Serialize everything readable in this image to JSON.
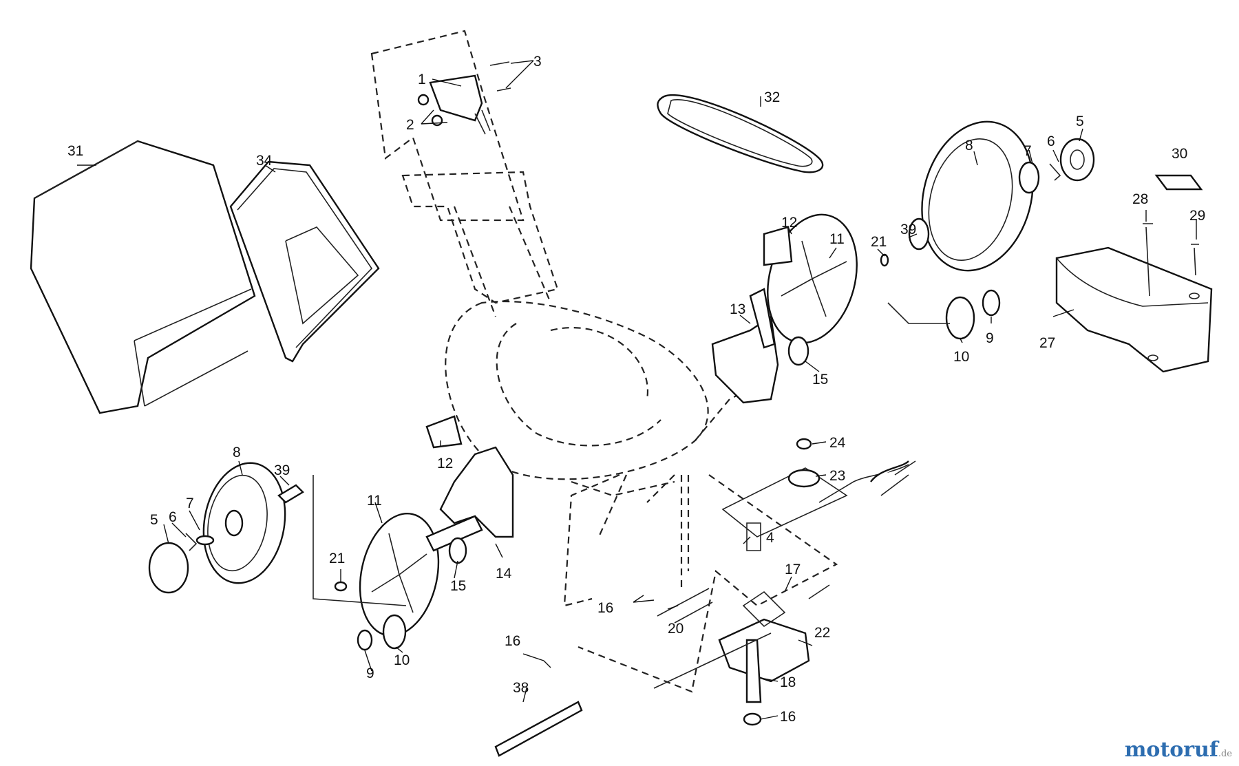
{
  "callouts": {
    "c1": "1",
    "c2": "2",
    "c3": "3",
    "c31": "31",
    "c34": "34",
    "c32": "32",
    "c8r": "8",
    "c7r": "7",
    "c6r": "6",
    "c5r": "5",
    "c30": "30",
    "c28": "28",
    "c29": "29",
    "c12r": "12",
    "c11r": "11",
    "c21r": "21",
    "c39r": "39",
    "c13": "13",
    "c15r": "15",
    "c10r": "10",
    "c9r": "9",
    "c27": "27",
    "c8l": "8",
    "c39l": "39",
    "c5l": "5",
    "c6l": "6",
    "c7l": "7",
    "c12l": "12",
    "c11l": "11",
    "c21l": "21",
    "c14": "14",
    "c15l": "15",
    "c9l": "9",
    "c10l": "10",
    "c16a": "16",
    "c16b": "16",
    "c16c": "16",
    "c38": "38",
    "c24": "24",
    "c23": "23",
    "c4": "4",
    "c17": "17",
    "c20": "20",
    "c22": "22",
    "c18": "18"
  },
  "watermark": {
    "brand": "motoruf",
    "tld": ".de"
  }
}
